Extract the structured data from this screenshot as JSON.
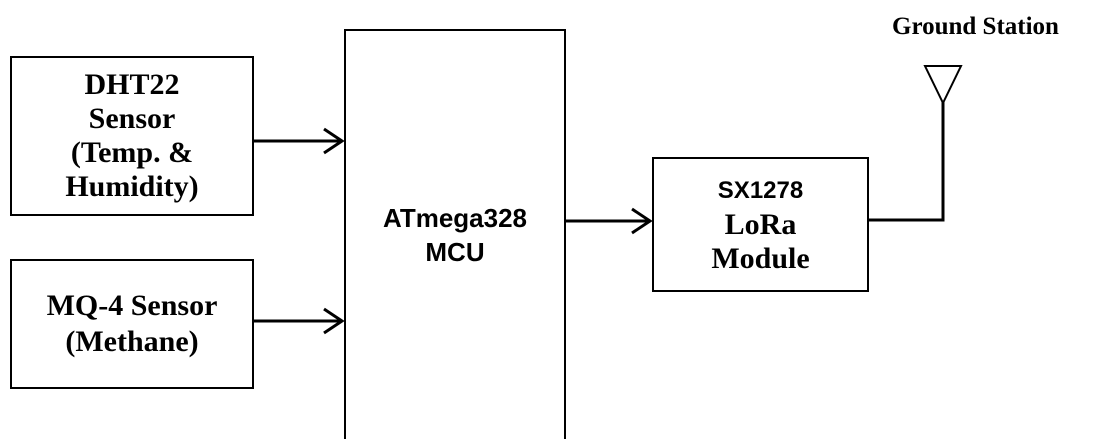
{
  "blocks": {
    "dht22": {
      "lines": [
        "DHT22",
        "Sensor",
        "(Temp. &",
        "Humidity)"
      ]
    },
    "mq4": {
      "lines": [
        "MQ-4 Sensor",
        "(Methane)"
      ]
    },
    "mcu": {
      "lines": [
        "ATmega328",
        "MCU"
      ]
    },
    "lora": {
      "lines": [
        "SX1278",
        "LoRa",
        "Module"
      ]
    }
  },
  "ground_station": {
    "label": "Ground Station"
  },
  "connections": [
    {
      "from": "DHT22 Sensor",
      "to": "ATmega328 MCU"
    },
    {
      "from": "MQ-4 Sensor",
      "to": "ATmega328 MCU"
    },
    {
      "from": "ATmega328 MCU",
      "to": "SX1278 LoRa Module"
    },
    {
      "from": "SX1278 LoRa Module",
      "to": "Ground Station"
    }
  ]
}
